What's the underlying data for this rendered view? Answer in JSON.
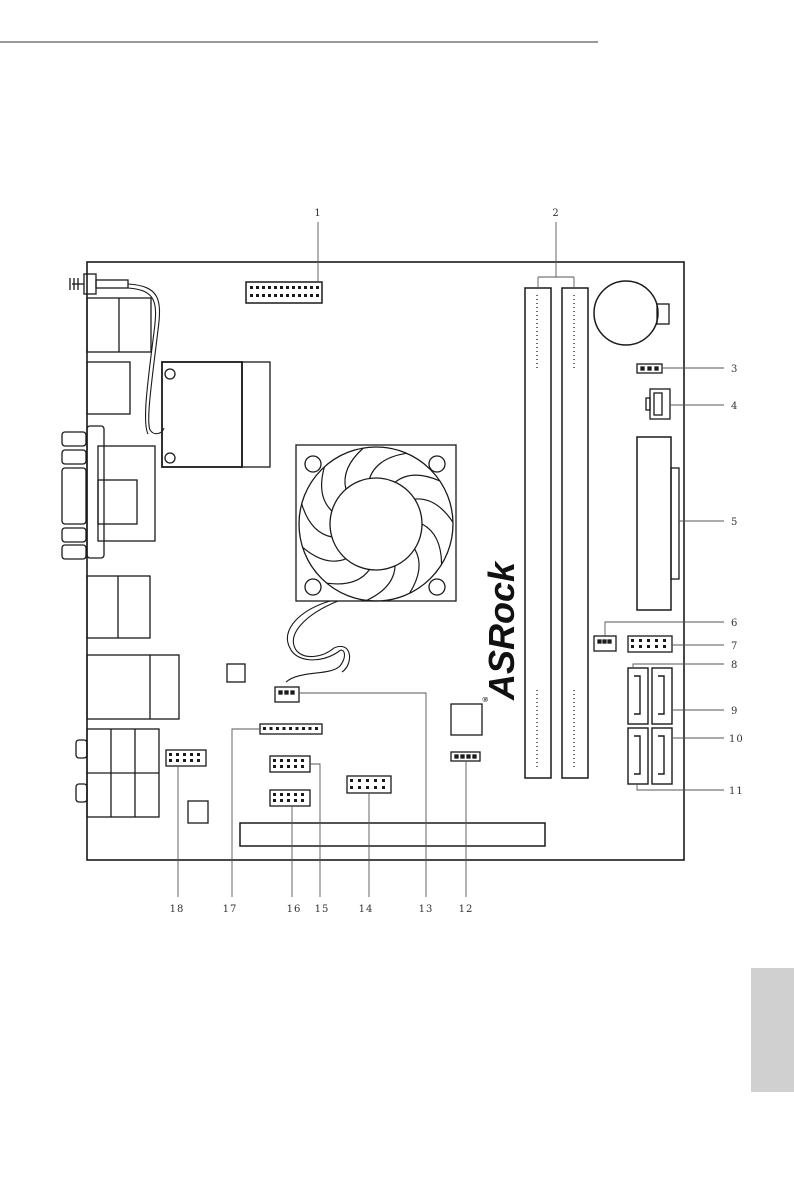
{
  "board": {
    "brand_logo": "ASRock",
    "brand_mark": "®",
    "callouts": [
      "1",
      "2",
      "3",
      "4",
      "5",
      "6",
      "7",
      "8",
      "9",
      "10",
      "11",
      "12",
      "13",
      "14",
      "15",
      "16",
      "17",
      "18"
    ]
  },
  "colors": {
    "ink": "#1a1a1a",
    "line": "#333333",
    "side_tab": "#d0d0d0"
  }
}
